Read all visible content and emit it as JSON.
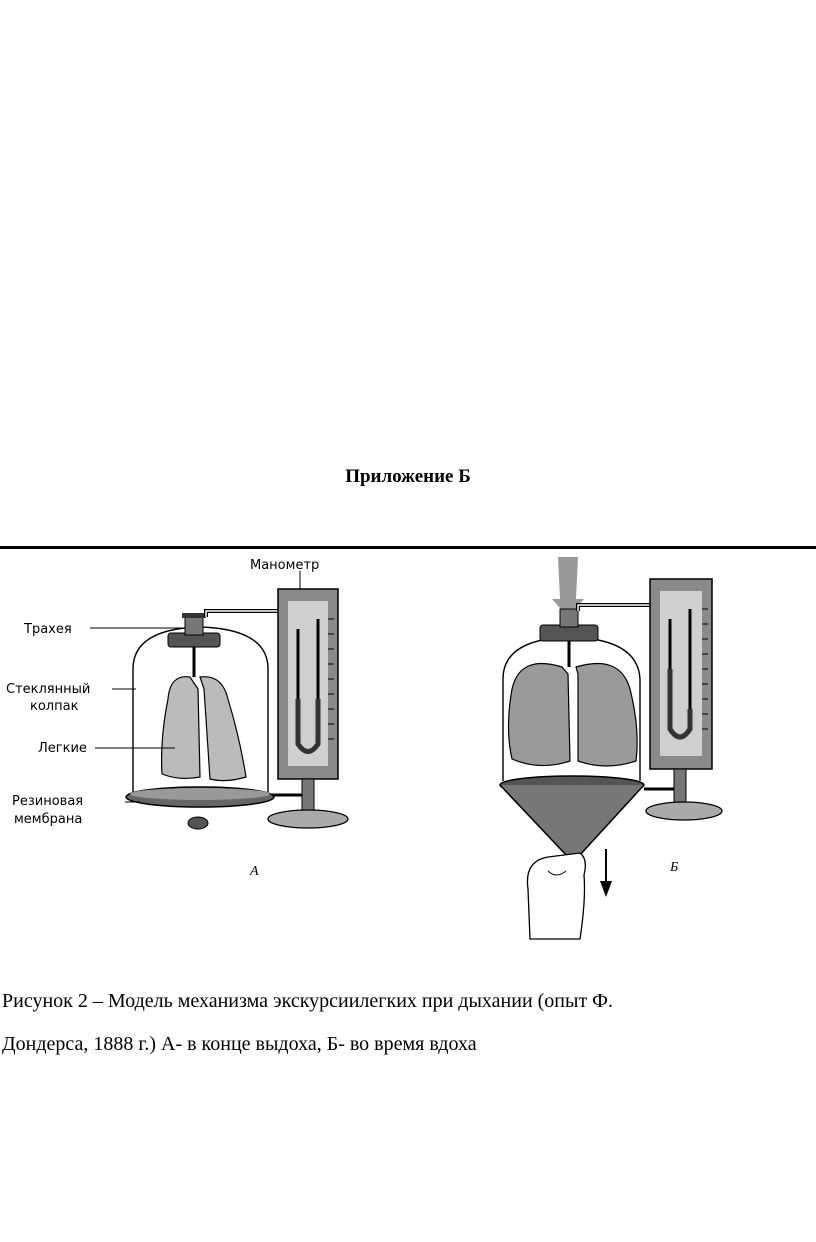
{
  "heading": "Приложение Б",
  "figure": {
    "labels": {
      "manometer": "Манометр",
      "trachea": "Трахея",
      "glass_bell_line1": "Стеклянный",
      "glass_bell_line2": "колпак",
      "lungs": "Легкие",
      "membrane_line1": "Резиновая",
      "membrane_line2": "мембрана",
      "panel_a": "А",
      "panel_b": "Б"
    }
  },
  "caption": {
    "line1": "Рисунок 2 – Модель механизма экскурсиилегких при дыхании (опыт  Ф.",
    "line2": "Дондерса, 1888 г.) А- в конце выдоха,  Б- во время вдоха"
  }
}
